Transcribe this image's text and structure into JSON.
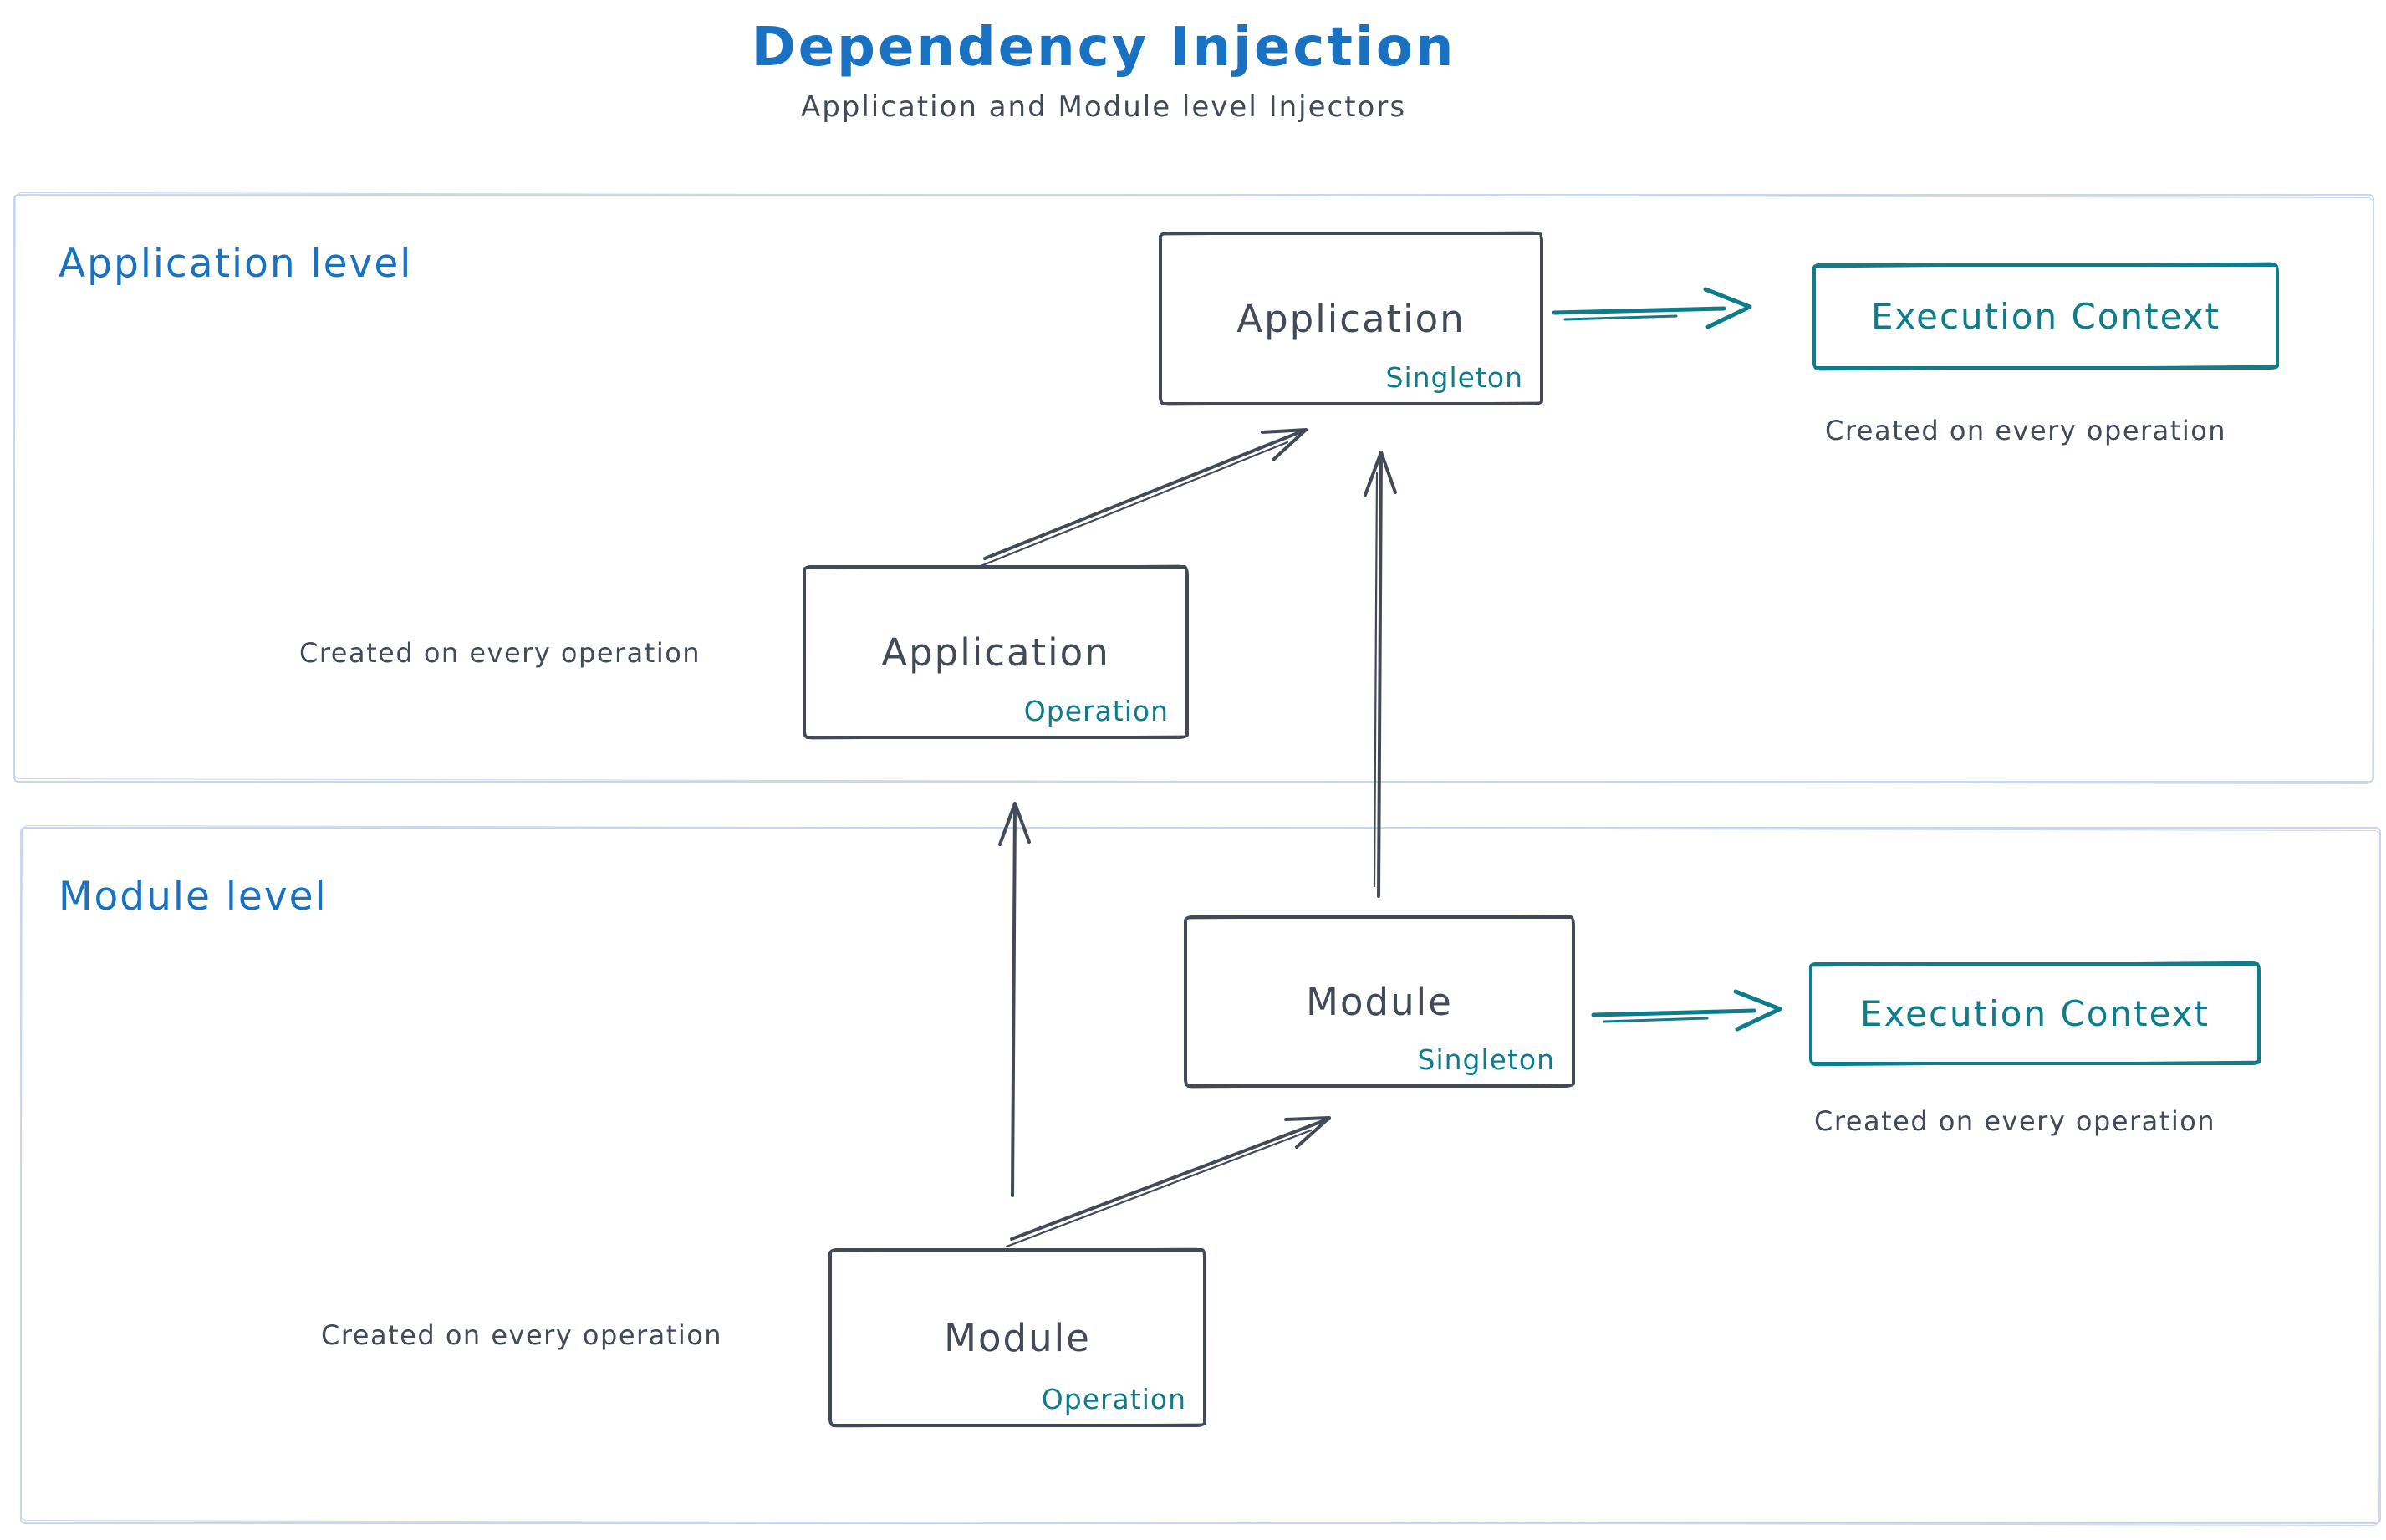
{
  "title": "Dependency Injection",
  "subtitle": "Application and Module level Injectors",
  "colors": {
    "title_blue": "#1971c2",
    "ink_slate": "#424a57",
    "accent_teal": "#0e7c8b",
    "section_frame_blue": "#c6d7ee"
  },
  "application_level": {
    "label": "Application level",
    "singleton_box": {
      "title": "Application",
      "scope": "Singleton"
    },
    "operation_box": {
      "title": "Application",
      "scope": "Operation"
    },
    "operation_note": "Created on every operation",
    "execution_context": {
      "title": "Execution Context",
      "note": "Created on every operation"
    }
  },
  "module_level": {
    "label": "Module level",
    "singleton_box": {
      "title": "Module",
      "scope": "Singleton"
    },
    "operation_box": {
      "title": "Module",
      "scope": "Operation"
    },
    "operation_note": "Created on every operation",
    "execution_context": {
      "title": "Execution Context",
      "note": "Created on every operation"
    }
  }
}
